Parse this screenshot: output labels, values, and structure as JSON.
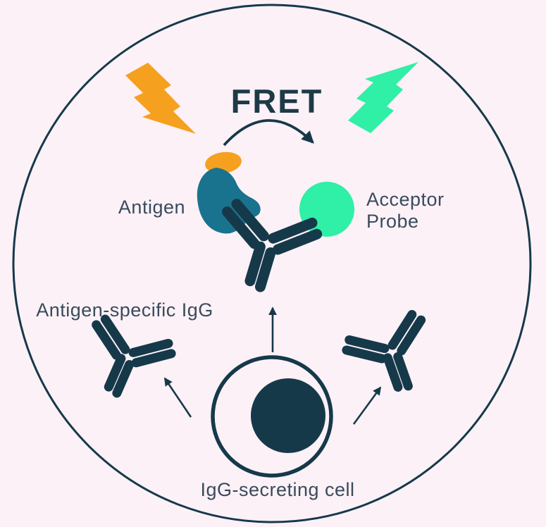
{
  "diagram": {
    "title": "FRET",
    "labels": {
      "antigen": "Antigen",
      "acceptor_probe_line1": "Acceptor",
      "acceptor_probe_line2": "Probe",
      "antigen_specific_igg": "Antigen-specific IgG",
      "igg_secreting_cell": "IgG-secreting cell"
    },
    "icons": {
      "excitation_flash": "lightning-bolt",
      "emission_flash": "lightning-bolt",
      "donor_tag": "orange-ellipse",
      "antigen": "teal-blob",
      "acceptor_probe": "mint-circle",
      "antibody": "y-shaped-igg",
      "cell": "circle-with-nucleus",
      "energy_transfer": "curved-arrow",
      "secretion": "straight-arrows"
    }
  },
  "colors": {
    "background": "#FBF1F7",
    "dark": "#16394A",
    "text": "#3A4B5B",
    "title": "#1D3A47",
    "orange": "#F5A11F",
    "teal": "#19738F",
    "mint": "#30EFA6"
  }
}
